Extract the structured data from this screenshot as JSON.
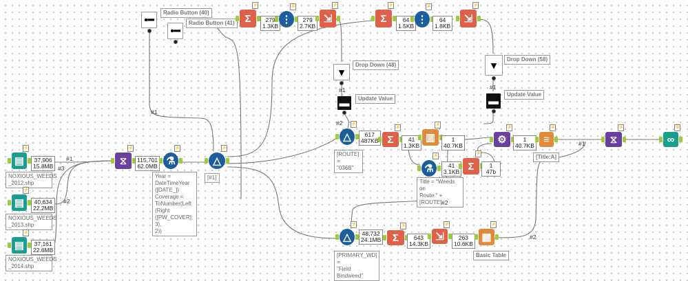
{
  "canvas": {
    "type": "Alteryx workflow canvas"
  },
  "colors": {
    "input": "#1a9e8f",
    "join": "#6b3fa0",
    "preparation": "#1c5e9b",
    "transform": "#e0614a",
    "reporting": "#e08a3c",
    "interface": "#ffffff",
    "browse": "#17a08b",
    "anchor": "#9ccc3c"
  },
  "tools": [
    {
      "id": "in2012",
      "icon": "book-icon",
      "cat": "input",
      "label": "NOXIOUS_WEEDS\n_2012.shp",
      "count": [
        "37,906",
        "15.8MB"
      ]
    },
    {
      "id": "in2013",
      "icon": "book-icon",
      "cat": "input",
      "label": "NOXIOUS_WEEDS\n_2013.shp",
      "count": [
        "40,634",
        "22.2MB"
      ]
    },
    {
      "id": "in2014",
      "icon": "book-icon",
      "cat": "input",
      "label": "NOXIOUS_WEEDS\n_2014.shp",
      "count": [
        "37,161",
        "22.6MB"
      ]
    },
    {
      "id": "union1",
      "icon": "union-dna-icon",
      "cat": "join",
      "count": [
        "115,701",
        "62.0MB"
      ]
    },
    {
      "id": "formula1",
      "icon": "formula-flask-icon",
      "cat": "preparation",
      "label": "Year =\nDateTimeYear\n([DATE_])\nCoverage =\nToNumber(Left\n(Right\n([PW_COVER], 3),\n2))"
    },
    {
      "id": "filter1",
      "icon": "filter-icon",
      "cat": "preparation",
      "label": "[#1]"
    },
    {
      "id": "radio40",
      "icon": "radio-button-icon",
      "cat": "interface",
      "label": "Radio Button (40)"
    },
    {
      "id": "radio41",
      "icon": "radio-button-icon",
      "cat": "interface",
      "label": "Radio Button (41)"
    },
    {
      "id": "sum1",
      "icon": "summarize-sigma-icon",
      "cat": "transform",
      "count": [
        "279",
        "1.3KB"
      ]
    },
    {
      "id": "recid1",
      "icon": "record-id-icon",
      "cat": "preparation",
      "count": [
        "279",
        "2.7KB"
      ]
    },
    {
      "id": "xtab1",
      "icon": "crosstab-icon",
      "cat": "transform"
    },
    {
      "id": "sum2",
      "icon": "summarize-sigma-icon",
      "cat": "transform",
      "count": [
        "64",
        "1.5KB"
      ]
    },
    {
      "id": "recid2",
      "icon": "record-id-icon",
      "cat": "preparation",
      "count": [
        "64",
        "1.8KB"
      ]
    },
    {
      "id": "xtab2",
      "icon": "crosstab-icon",
      "cat": "transform"
    },
    {
      "id": "dd48",
      "icon": "drop-down-icon",
      "cat": "interface",
      "label": "Drop Down (48)"
    },
    {
      "id": "upd1",
      "icon": "update-value-clapper-icon",
      "cat": "interface",
      "label": "Update Value"
    },
    {
      "id": "dd58",
      "icon": "drop-down-icon",
      "cat": "interface",
      "label": "Drop Down (58)"
    },
    {
      "id": "upd2",
      "icon": "update-value-clapper-icon",
      "cat": "interface",
      "label": "Update Value"
    },
    {
      "id": "filter2",
      "icon": "filter-icon",
      "cat": "preparation",
      "label": "[ROUTE] =\n\"036B\"",
      "count": [
        "617",
        "487KB"
      ]
    },
    {
      "id": "sum3",
      "icon": "summarize-sigma-icon",
      "cat": "transform",
      "count": [
        "41",
        "1.3KB"
      ]
    },
    {
      "id": "chart1",
      "icon": "charting-icon",
      "cat": "reporting",
      "count": [
        "1",
        "40.7KB"
      ]
    },
    {
      "id": "formula2",
      "icon": "formula-flask-icon",
      "cat": "preparation",
      "label": "Title = \"Weeds on\nRoute \" + [ROUTE]",
      "count": [
        "41",
        "3.1KB"
      ]
    },
    {
      "id": "sum4",
      "icon": "summarize-sigma-icon",
      "cat": "transform",
      "count": [
        "1",
        "47b"
      ]
    },
    {
      "id": "layout1",
      "icon": "layout-gears-icon",
      "cat": "join",
      "count": [
        "1",
        "40.7KB"
      ]
    },
    {
      "id": "render1",
      "icon": "report-text-icon",
      "cat": "reporting",
      "label": "[Title:A]"
    },
    {
      "id": "union2",
      "icon": "union-dna-icon",
      "cat": "join"
    },
    {
      "id": "browse1",
      "icon": "browse-binoculars-icon",
      "cat": "browse"
    },
    {
      "id": "filter3",
      "icon": "filter-icon",
      "cat": "preparation",
      "label": "[PRIMARY_WD] =\n\"Field Bindweed\"",
      "count": [
        "48,732",
        "24.1MB"
      ]
    },
    {
      "id": "sum5",
      "icon": "summarize-sigma-icon",
      "cat": "transform",
      "count": [
        "643",
        "14.3KB"
      ]
    },
    {
      "id": "xtab3",
      "icon": "crosstab-icon",
      "cat": "transform",
      "count": [
        "263",
        "10.6KB"
      ]
    },
    {
      "id": "table1",
      "icon": "basic-table-icon",
      "cat": "reporting",
      "label": "Basic Table"
    }
  ],
  "wire_labels": [
    "#1",
    "#3",
    "#2",
    "#1",
    "#2",
    "#1",
    "#1",
    "#2",
    "#1",
    "#2"
  ]
}
